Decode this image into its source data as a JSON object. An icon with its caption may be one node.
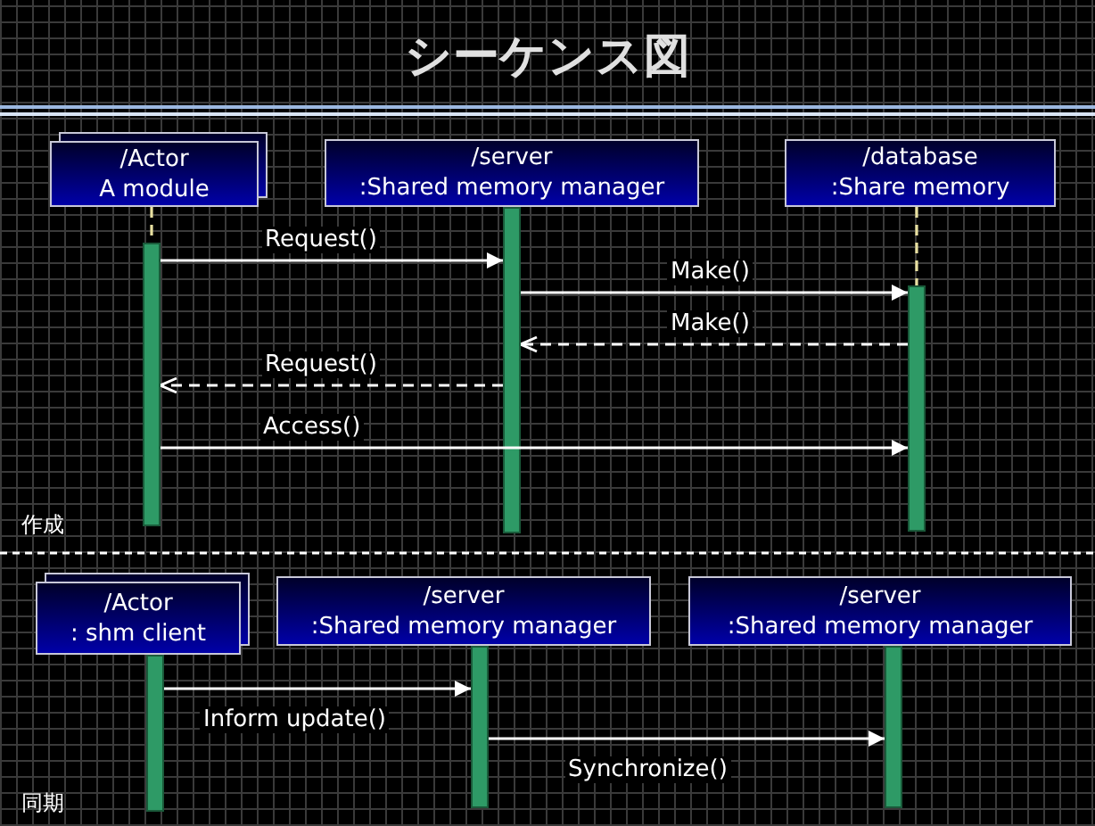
{
  "diagram": {
    "title": "シーケンス図",
    "nodes": [
      {
        "text": [
          "/Actor",
          "A module"
        ]
      },
      {
        "text": [
          "/server",
          ":Shared memory manager"
        ]
      },
      {
        "text": [
          "/database",
          ":Share memory"
        ]
      },
      {
        "text": [],
        "shape": "bar"
      },
      {
        "text": [],
        "shape": "bar"
      },
      {
        "text": [],
        "shape": "bar"
      },
      {
        "text": [
          "/Actor",
          ": shm client"
        ]
      },
      {
        "text": [
          "/server",
          ":Shared memory manager"
        ]
      },
      {
        "text": [
          "/server",
          ":Shared memory manager"
        ]
      },
      {
        "text": [],
        "shape": "bar"
      },
      {
        "text": [],
        "shape": "bar"
      },
      {
        "text": [],
        "shape": "bar"
      }
    ],
    "edges": [
      {
        "from": 0,
        "to": 3,
        "arrow": "none",
        "style": "dashed",
        "color": "#e8e0a0"
      },
      {
        "from": 2,
        "to": 5,
        "arrow": "none",
        "style": "dashed",
        "color": "#e8e0a0"
      },
      {
        "from": 3,
        "to": 4,
        "arrow": "to",
        "label": "Request()"
      },
      {
        "from": 4,
        "to": 5,
        "arrow": "to",
        "label": "Make()"
      },
      {
        "from": 5,
        "to": 4,
        "arrow": "to",
        "label": "Make()",
        "style": "dashed"
      },
      {
        "from": 4,
        "to": 3,
        "arrow": "to",
        "label": "Request()",
        "style": "dashed"
      },
      {
        "from": 3,
        "to": 5,
        "arrow": "to",
        "label": "Access()"
      },
      {
        "from": 9,
        "to": 10,
        "arrow": "to",
        "label": "Inform update()"
      },
      {
        "from": 10,
        "to": 11,
        "arrow": "to",
        "label": "Synchronize()"
      }
    ],
    "labels": [
      "作成",
      "同期"
    ]
  }
}
